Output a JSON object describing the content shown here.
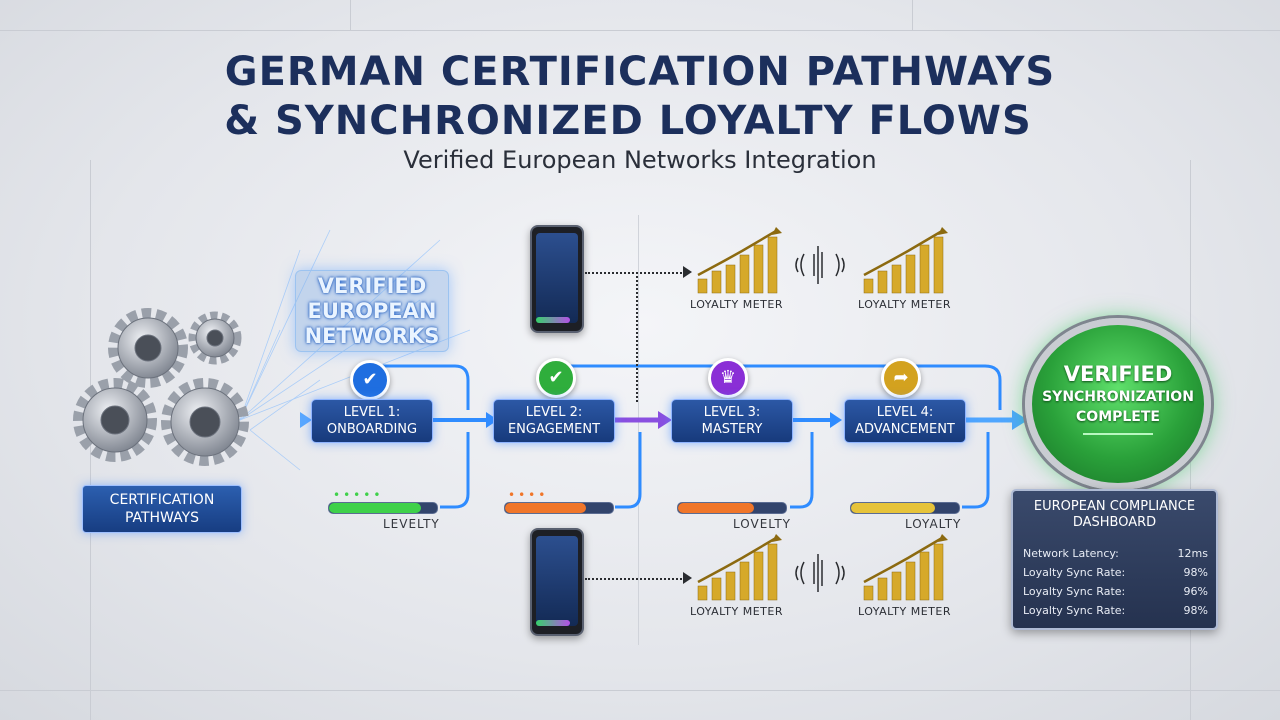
{
  "title": {
    "line1": "GERMAN CERTIFICATION PATHWAYS",
    "line2": "& SYNCHRONIZED LOYALTY FLOWS"
  },
  "subtitle": "Verified European Networks Integration",
  "network_label": {
    "line1": "VERIFIED",
    "line2": "EUROPEAN",
    "line3": "NETWORKS"
  },
  "certification": {
    "line1": "CERTIFICATION",
    "line2": "PATHWAYS"
  },
  "levels": [
    {
      "line1": "LEVEL 1:",
      "line2": "ONBOARDING",
      "badge_color": "#1f6ee0",
      "badge_icon": "check-icon",
      "badge_glyph": "✔"
    },
    {
      "line1": "LEVEL 2:",
      "line2": "ENGAGEMENT",
      "badge_color": "#2fae3c",
      "badge_icon": "check-icon",
      "badge_glyph": "✔"
    },
    {
      "line1": "LEVEL 3:",
      "line2": "MASTERY",
      "badge_color": "#8a2fd6",
      "badge_icon": "crown-icon",
      "badge_glyph": "♛"
    },
    {
      "line1": "LEVEL 4:",
      "line2": "ADVANCEMENT",
      "badge_color": "#d3a21f",
      "badge_icon": "arrow-right-icon",
      "badge_glyph": "➦"
    }
  ],
  "progress_bars": [
    {
      "label": "LEVELTY",
      "fill": 0.85,
      "color": "#3fd14a"
    },
    {
      "label": "",
      "fill": 0.75,
      "color": "#f0762a"
    },
    {
      "label": "LOVELTY",
      "fill": 0.7,
      "color": "#f0762a"
    },
    {
      "label": "LOYALTY",
      "fill": 0.78,
      "color": "#e6c33a"
    }
  ],
  "meters": [
    {
      "label": "LOYALTY METER"
    },
    {
      "label": "LOYALTY METER"
    },
    {
      "label": "LOYALTY METER"
    },
    {
      "label": "LOYALTY METER"
    }
  ],
  "verified_seal": {
    "line1": "VERIFIED",
    "line2": "SYNCHRONIZATION",
    "line3": "COMPLETE"
  },
  "dashboard": {
    "title_line1": "EUROPEAN COMPLIANCE",
    "title_line2": "DASHBOARD",
    "rows": [
      {
        "label": "Network Latency:",
        "value": "12ms"
      },
      {
        "label": "Loyalty Sync Rate:",
        "value": "98%"
      },
      {
        "label": "Loyalty Sync Rate:",
        "value": "96%"
      },
      {
        "label": "Loyalty Sync Rate:",
        "value": "98%"
      }
    ]
  },
  "colors": {
    "title": "#1c2f5c",
    "flow": "#2f8cff",
    "seal": "#2fae3c"
  }
}
